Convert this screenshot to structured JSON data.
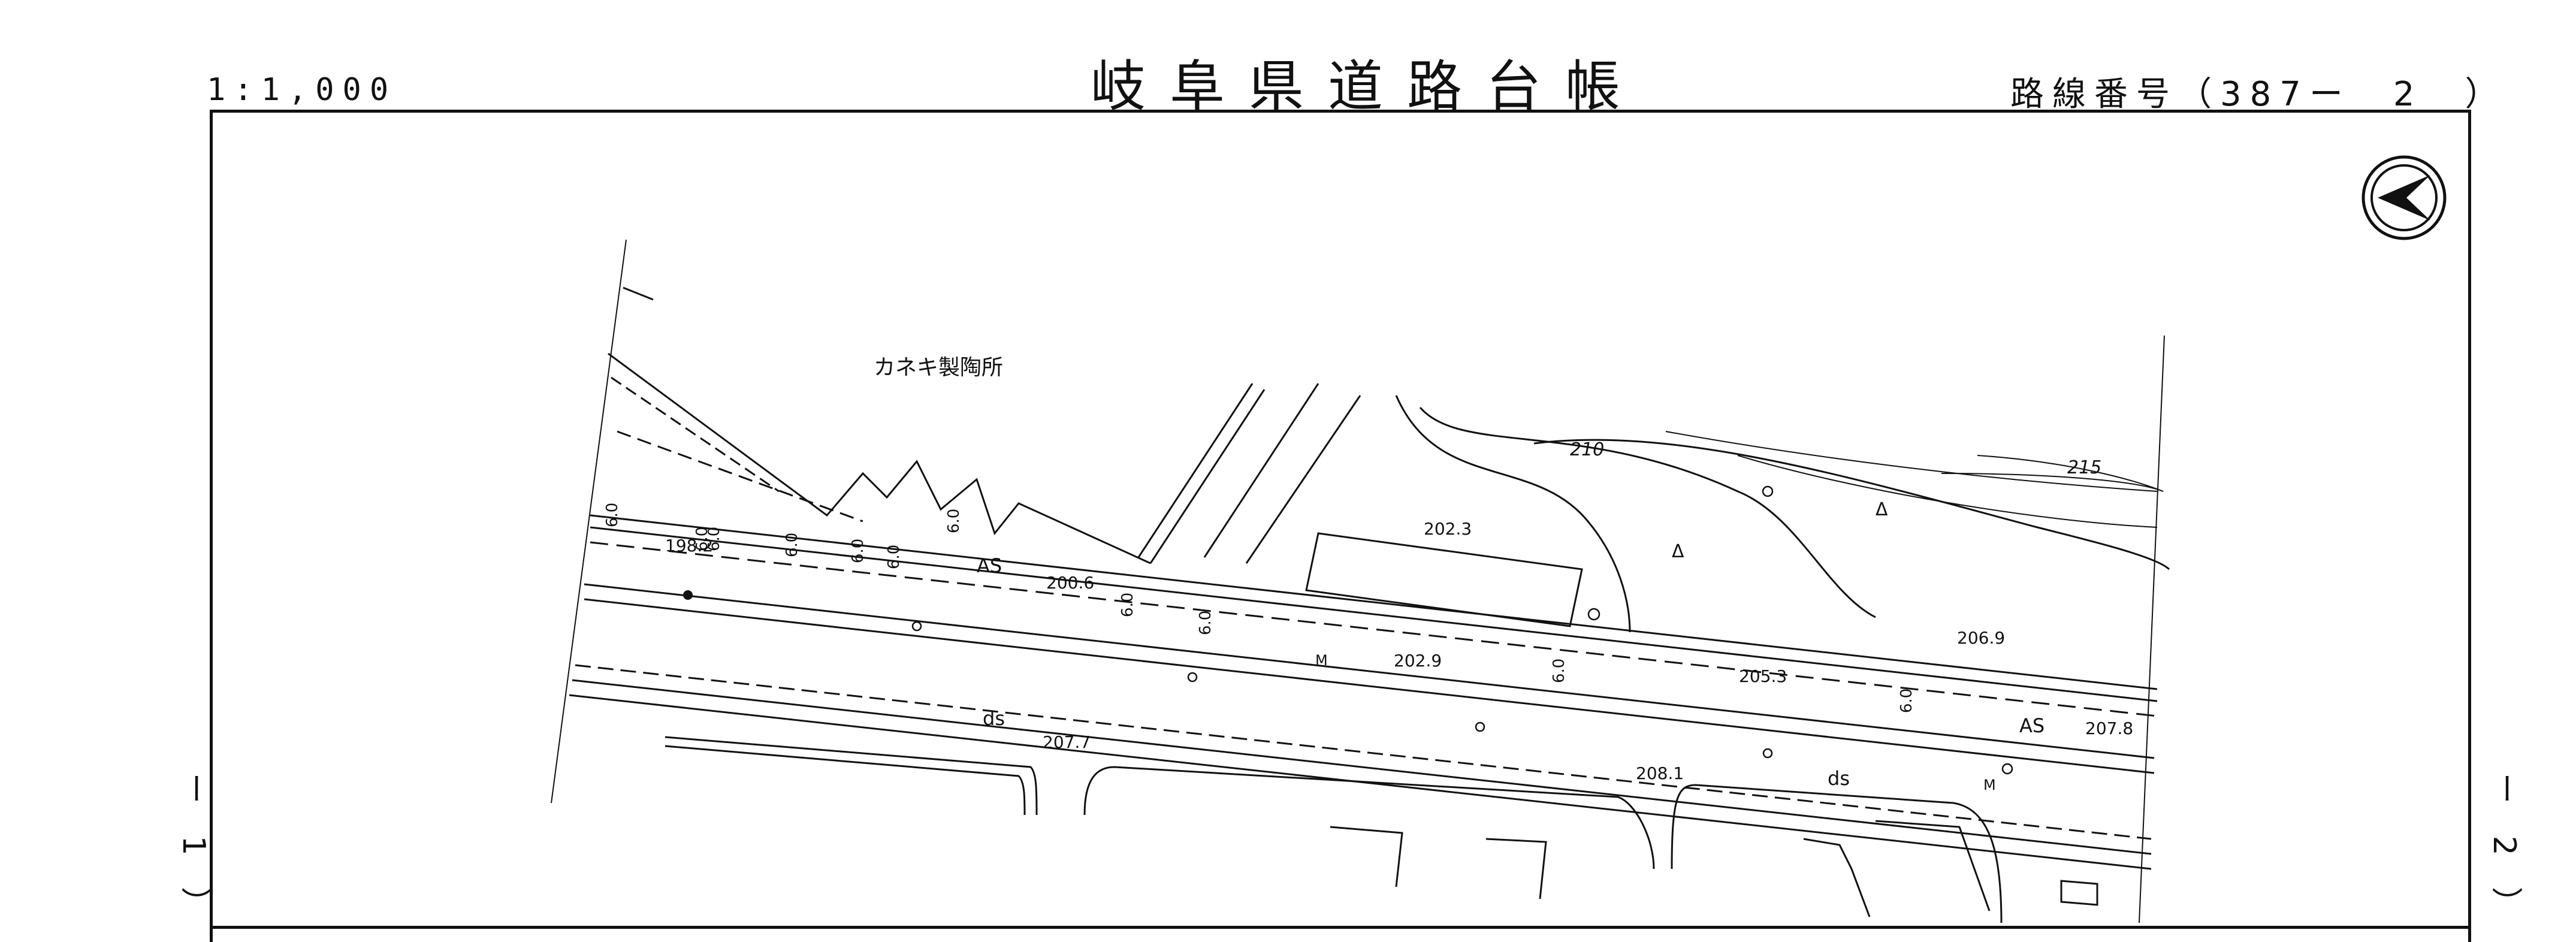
{
  "header": {
    "scale": "1:1,000",
    "title": "岐阜県道路台帳",
    "route_number": "路線番号（387ー　2　）"
  },
  "sheet_margins": {
    "left": "ー 1 ）",
    "right": "ー 2 ）"
  },
  "map": {
    "landmark": "カネキ製陶所",
    "spot_heights": [
      "198.2",
      "200.6",
      "202.3",
      "202.9",
      "205.3",
      "206.9",
      "207.7",
      "207.8",
      "208.1"
    ],
    "contours": [
      "210",
      "215"
    ],
    "road_widths": [
      "6.0",
      "6.0",
      "6.0",
      "6.0",
      "6.0",
      "6.0",
      "6.0",
      "6.0",
      "6.0",
      "6.0",
      "6.0"
    ],
    "surfaces": [
      "AS",
      "AS",
      "ds",
      "ds"
    ],
    "manholes": [
      "M",
      "M"
    ],
    "triangles": [
      "Δ",
      "Δ"
    ]
  },
  "icons": {
    "north_arrow": "north-arrow-icon"
  }
}
